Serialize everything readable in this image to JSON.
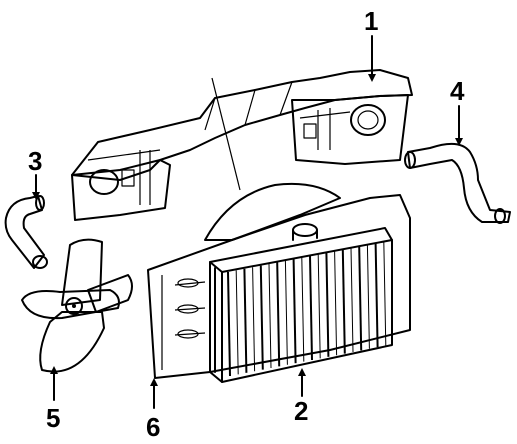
{
  "diagram": {
    "callouts": [
      {
        "id": "1",
        "label": "1",
        "part": "radiator-support"
      },
      {
        "id": "2",
        "label": "2",
        "part": "radiator"
      },
      {
        "id": "3",
        "label": "3",
        "part": "lower-hose"
      },
      {
        "id": "4",
        "label": "4",
        "part": "upper-hose"
      },
      {
        "id": "5",
        "label": "5",
        "part": "fan-blade"
      },
      {
        "id": "6",
        "label": "6",
        "part": "fan-shroud"
      }
    ]
  }
}
